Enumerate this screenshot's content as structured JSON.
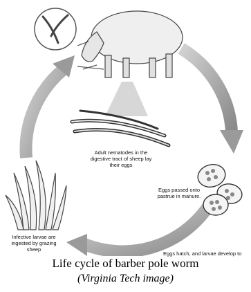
{
  "labels": {
    "adults": "Adult nematodes in the digestive tract of sheep lay their eggs",
    "eggs": "Eggs passed onto pastrue in manure.",
    "ingest": "Infective larvae are ingested by grazing sheep",
    "hatch": "Eggs hatch, and larvae develop to"
  },
  "caption": {
    "title": "Life cycle of barber pole worm",
    "credit": "(Virginia Tech image)"
  }
}
